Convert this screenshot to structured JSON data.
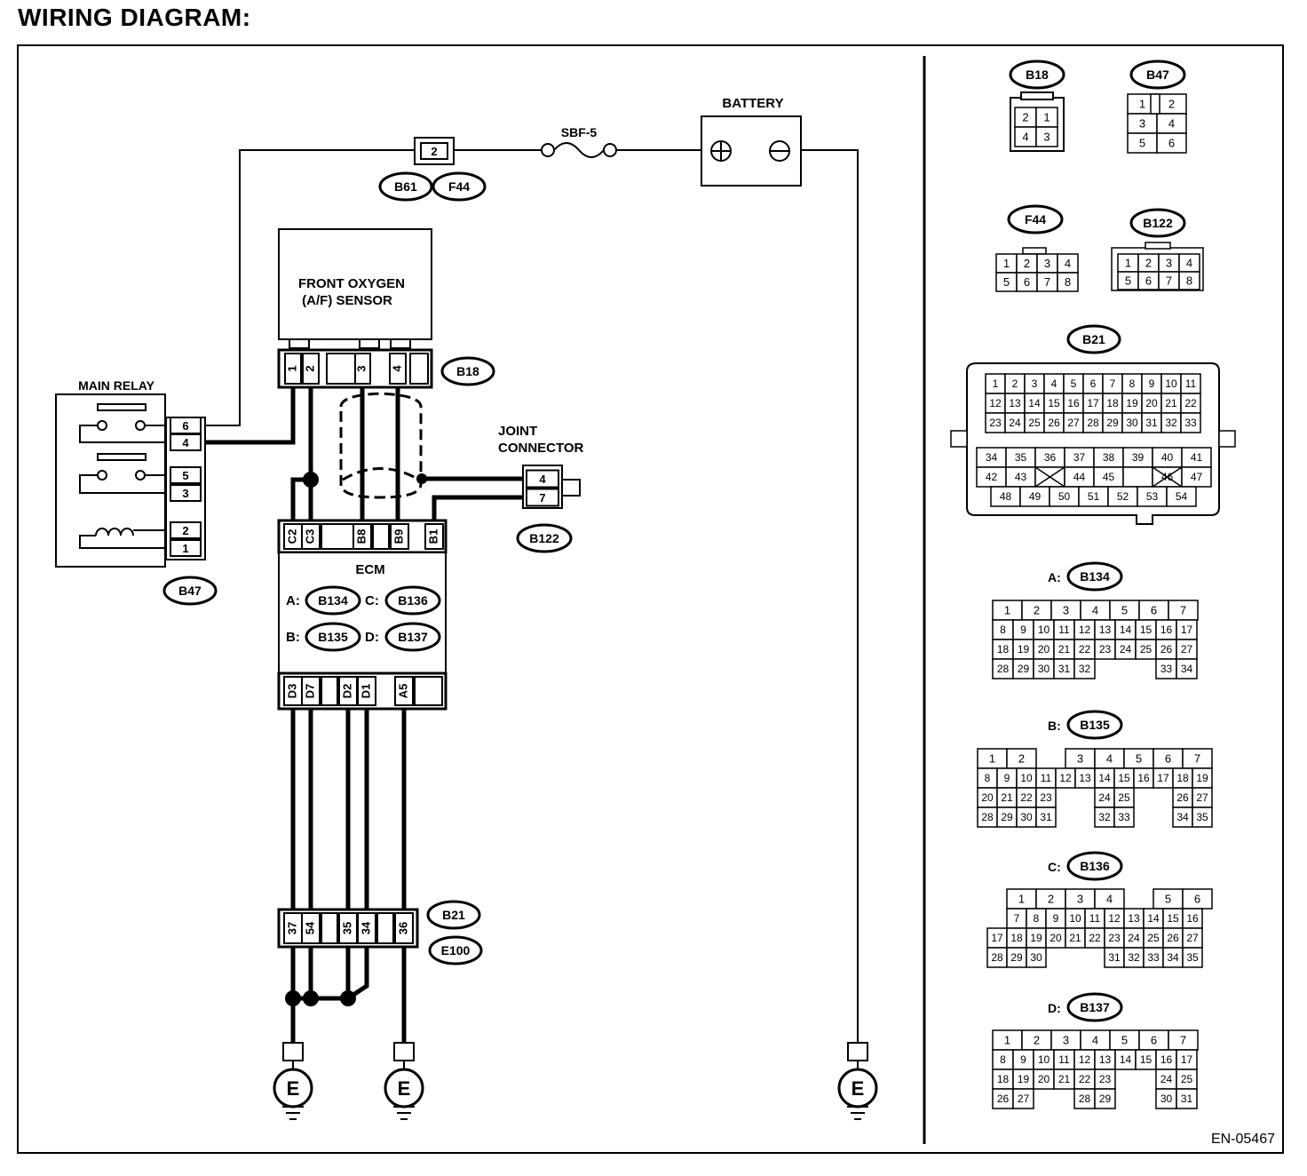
{
  "title": "WIRING DIAGRAM:",
  "doc_code": "EN-05467",
  "labels": {
    "battery": "BATTERY",
    "fuse": "SBF-5",
    "fuse_pin": "2",
    "front_oxygen_line1": "FRONT OXYGEN",
    "front_oxygen_line2": "(A/F) SENSOR",
    "main_relay": "MAIN RELAY",
    "joint_line1": "JOINT",
    "joint_line2": "CONNECTOR",
    "ecm": "ECM",
    "ground": "E",
    "ecm_a": "A:",
    "ecm_b": "B:",
    "ecm_c": "C:",
    "ecm_d": "D:",
    "ref_a": "A:",
    "ref_b": "B:",
    "ref_c": "C:",
    "ref_d": "D:"
  },
  "connectors": {
    "b61": "B61",
    "f44": "F44",
    "b18": "B18",
    "b47": "B47",
    "b122": "B122",
    "b21": "B21",
    "e100": "E100",
    "b134": "B134",
    "b135": "B135",
    "b136": "B136",
    "b137": "B137"
  },
  "pins": {
    "sensor": [
      "1",
      "2",
      "3",
      "4"
    ],
    "relay": [
      "6",
      "4",
      "5",
      "3",
      "2",
      "1"
    ],
    "joint": [
      "4",
      "7"
    ],
    "ecm_top": [
      "C2",
      "C3",
      "B8",
      "B9",
      "B1"
    ],
    "ecm_bottom": [
      "D3",
      "D7",
      "D2",
      "D1",
      "A5"
    ],
    "b21_bottom": [
      "37",
      "54",
      "35",
      "34",
      "36"
    ]
  },
  "faces": {
    "b18": [
      "2",
      "1",
      "4",
      "3"
    ],
    "b47": [
      "1",
      "2",
      "3",
      "4",
      "5",
      "6"
    ],
    "f44": [
      "1",
      "2",
      "3",
      "4",
      "5",
      "6",
      "7",
      "8"
    ],
    "b122": [
      "1",
      "2",
      "3",
      "4",
      "5",
      "6",
      "7",
      "8"
    ],
    "b21_upper": [
      "1",
      "2",
      "3",
      "4",
      "5",
      "6",
      "7",
      "8",
      "9",
      "10",
      "11",
      "12",
      "13",
      "14",
      "15",
      "16",
      "17",
      "18",
      "19",
      "20",
      "21",
      "22",
      "23",
      "24",
      "25",
      "26",
      "27",
      "28",
      "29",
      "30",
      "31",
      "32",
      "33"
    ],
    "b21_row1": [
      "34",
      "35",
      "36",
      "37",
      "38",
      "39",
      "40",
      "41"
    ],
    "b21_row2": [
      "42",
      "43",
      "",
      "44",
      "45",
      "",
      "46",
      "47"
    ],
    "b21_row3": [
      "48",
      "49",
      "50",
      "51",
      "52",
      "53",
      "54"
    ],
    "b134": {
      "row1": [
        "1",
        "2",
        "3",
        "4",
        "5",
        "6",
        "7"
      ],
      "row2": [
        "8",
        "9",
        "10",
        "11",
        "12",
        "13",
        "14",
        "15",
        "16",
        "17"
      ],
      "row3": [
        "18",
        "19",
        "20",
        "21",
        "22",
        "23",
        "24",
        "25",
        "26",
        "27"
      ],
      "row4": [
        "28",
        "29",
        "30",
        "31",
        "32",
        "",
        "",
        "",
        "33",
        "34"
      ]
    },
    "b135": {
      "row1": [
        "1",
        "2",
        "",
        "3",
        "4",
        "5",
        "6",
        "7"
      ],
      "row2": [
        "8",
        "9",
        "10",
        "11",
        "12",
        "13",
        "14",
        "15",
        "16",
        "17",
        "18",
        "19"
      ],
      "row3": [
        "20",
        "21",
        "22",
        "23",
        "",
        "",
        "24",
        "25",
        "",
        "",
        "26",
        "27"
      ],
      "row4": [
        "28",
        "29",
        "30",
        "31",
        "",
        "",
        "32",
        "33",
        "",
        "",
        "34",
        "35"
      ]
    },
    "b136": {
      "row1": [
        "",
        "1",
        "2",
        "3",
        "4",
        "",
        "5",
        "6"
      ],
      "row2": [
        "",
        "7",
        "8",
        "9",
        "10",
        "11",
        "12",
        "13",
        "14",
        "15",
        "16"
      ],
      "row3": [
        "17",
        "18",
        "19",
        "20",
        "21",
        "22",
        "23",
        "24",
        "25",
        "26",
        "27"
      ],
      "row4": [
        "28",
        "29",
        "30",
        "",
        "",
        "",
        "31",
        "32",
        "33",
        "34",
        "35"
      ]
    },
    "b137": {
      "row1": [
        "1",
        "2",
        "3",
        "4",
        "5",
        "6",
        "7"
      ],
      "row2": [
        "8",
        "9",
        "10",
        "11",
        "12",
        "13",
        "14",
        "15",
        "16",
        "17"
      ],
      "row3": [
        "18",
        "19",
        "20",
        "21",
        "22",
        "23",
        "",
        "",
        "24",
        "25"
      ],
      "row4": [
        "26",
        "27",
        "",
        "",
        "28",
        "29",
        "",
        "",
        "30",
        "31"
      ]
    }
  }
}
